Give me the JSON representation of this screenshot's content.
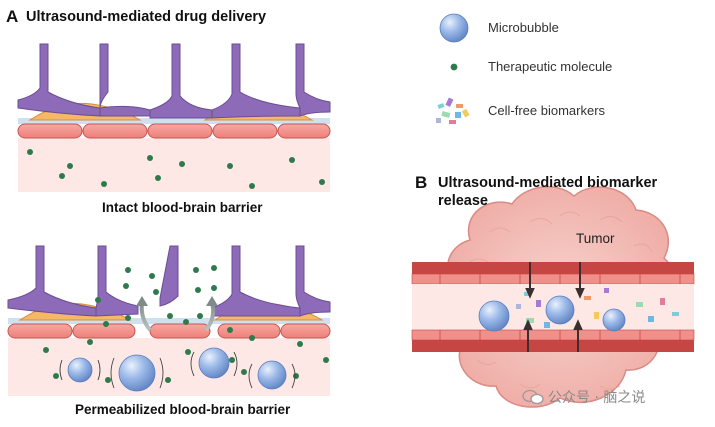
{
  "panel_a": {
    "letter": "A",
    "title": "Ultrasound-mediated drug delivery",
    "top_caption": "Intact blood-brain barrier",
    "bottom_caption": "Permeabilized blood-brain barrier"
  },
  "panel_b": {
    "letter": "B",
    "title_line1": "Ultrasound-mediated biomarker",
    "title_line2": "release",
    "tumor_label": "Tumor"
  },
  "legend": {
    "microbubble": "Microbubble",
    "therapeutic": "Therapeutic molecule",
    "biomarkers": "Cell-free biomarkers"
  },
  "watermark": {
    "text": "公众号 · 脑之说"
  },
  "colors": {
    "astrocyte": "#8e6bb8",
    "pericyte": "#f3b56b",
    "endothelium": "#f28a86",
    "blood": "#fde7e5",
    "microbubble": "#8fb2e6",
    "therapeutic": "#2f7a4c",
    "tumor": "#f3c1bc",
    "vessel_wall": "#c64644"
  }
}
